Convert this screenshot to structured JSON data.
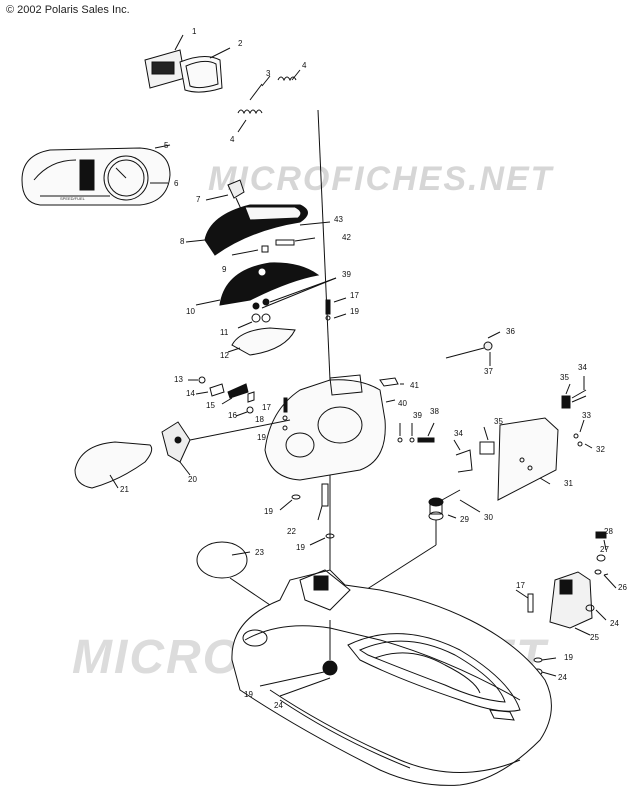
{
  "copyright": "© 2002 Polaris Sales Inc.",
  "watermark_top": "MICROFICHES.NET",
  "watermark_bottom": "MICROFICHES.NET",
  "gauge_text": "SPEED/FUEL",
  "part_numbers": [
    "1",
    "2",
    "3",
    "4",
    "4",
    "5",
    "6",
    "7",
    "8",
    "9",
    "10",
    "11",
    "12",
    "13",
    "14",
    "15",
    "16",
    "17",
    "17",
    "17",
    "18",
    "19",
    "19",
    "19",
    "19",
    "19",
    "19",
    "20",
    "21",
    "22",
    "23",
    "24",
    "24",
    "24",
    "25",
    "26",
    "27",
    "28",
    "29",
    "30",
    "31",
    "32",
    "33",
    "34",
    "34",
    "35",
    "35",
    "36",
    "37",
    "38",
    "39",
    "39",
    "40",
    "41",
    "42",
    "43"
  ]
}
